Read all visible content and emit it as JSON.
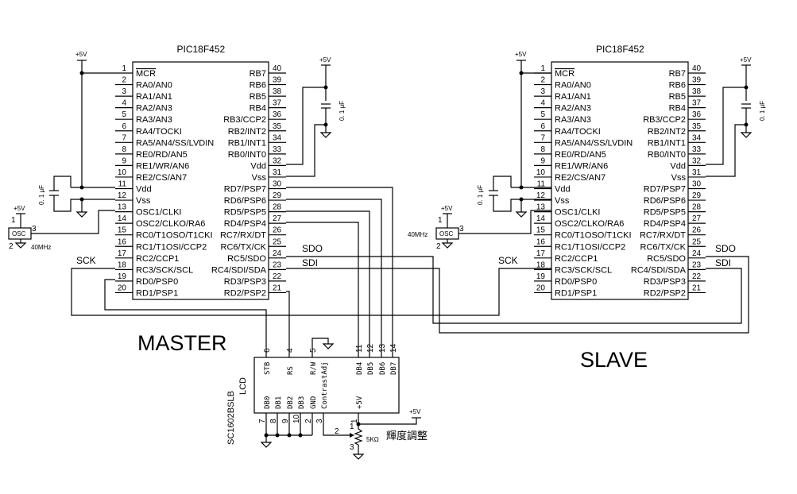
{
  "chips": [
    {
      "id": "master",
      "part": "PIC18F452",
      "role_label": "MASTER",
      "left_pins": [
        {
          "num": "1",
          "name": "MCR",
          "overline": true
        },
        {
          "num": "2",
          "name": "RA0/AN0"
        },
        {
          "num": "3",
          "name": "RA1/AN1"
        },
        {
          "num": "4",
          "name": "RA2/AN3"
        },
        {
          "num": "5",
          "name": "RA3/AN3"
        },
        {
          "num": "6",
          "name": "RA4/TOCKI"
        },
        {
          "num": "7",
          "name": "RA5/AN4/SS/LVDIN"
        },
        {
          "num": "8",
          "name": "RE0/RD/AN5"
        },
        {
          "num": "9",
          "name": "RE1/WR/AN6"
        },
        {
          "num": "10",
          "name": "RE2/CS/AN7"
        },
        {
          "num": "11",
          "name": "Vdd"
        },
        {
          "num": "12",
          "name": "Vss"
        },
        {
          "num": "13",
          "name": "OSC1/CLKI"
        },
        {
          "num": "14",
          "name": "OSC2/CLKO/RA6"
        },
        {
          "num": "15",
          "name": "RC0/T1OSO/T1CKI"
        },
        {
          "num": "16",
          "name": "RC1/T1OSI/CCP2"
        },
        {
          "num": "17",
          "name": "RC2/CCP1"
        },
        {
          "num": "18",
          "name": "RC3/SCK/SCL"
        },
        {
          "num": "19",
          "name": "RD0/PSP0"
        },
        {
          "num": "20",
          "name": "RD1/PSP1"
        }
      ],
      "right_pins": [
        {
          "num": "40",
          "name": "RB7"
        },
        {
          "num": "39",
          "name": "RB6"
        },
        {
          "num": "38",
          "name": "RB5"
        },
        {
          "num": "37",
          "name": "RB4"
        },
        {
          "num": "36",
          "name": "RB3/CCP2"
        },
        {
          "num": "35",
          "name": "RB2/INT2"
        },
        {
          "num": "34",
          "name": "RB1/INT1"
        },
        {
          "num": "33",
          "name": "RB0/INT0"
        },
        {
          "num": "32",
          "name": "Vdd"
        },
        {
          "num": "31",
          "name": "Vss"
        },
        {
          "num": "30",
          "name": "RD7/PSP7"
        },
        {
          "num": "29",
          "name": "RD6/PSP6"
        },
        {
          "num": "28",
          "name": "RD5/PSP5"
        },
        {
          "num": "27",
          "name": "RD4/PSP4"
        },
        {
          "num": "26",
          "name": "RC7/RX/DT"
        },
        {
          "num": "25",
          "name": "RC6/TX/CK"
        },
        {
          "num": "24",
          "name": "RC5/SDO"
        },
        {
          "num": "23",
          "name": "RC4/SDI/SDA"
        },
        {
          "num": "22",
          "name": "RD3/PSP3"
        },
        {
          "num": "21",
          "name": "RD2/PSP2"
        }
      ]
    },
    {
      "id": "slave",
      "part": "PIC18F452",
      "role_label": "SLAVE"
    }
  ],
  "power": {
    "vcc_label": "+5V"
  },
  "capacitor": {
    "value": "0. 1 μF"
  },
  "oscillator": {
    "label": "OSC",
    "freq": "40MHz",
    "pin1": "1",
    "pin2": "2",
    "pin3": "3"
  },
  "nets": {
    "sck": "SCK",
    "sdo": "SDO",
    "sdi": "SDI"
  },
  "lcd": {
    "model": "SC1602BSLB",
    "type": "LCD",
    "top_pins": [
      {
        "num": "6",
        "name": "STB"
      },
      {
        "num": "4",
        "name": "RS"
      },
      {
        "num": "5",
        "name": "R/W"
      },
      {
        "num": "11",
        "name": "DB4"
      },
      {
        "num": "12",
        "name": "DB5"
      },
      {
        "num": "13",
        "name": "DB6"
      },
      {
        "num": "14",
        "name": "DB7"
      }
    ],
    "bottom_pins": [
      {
        "num": "7",
        "name": "DB0"
      },
      {
        "num": "8",
        "name": "DB1"
      },
      {
        "num": "9",
        "name": "DB2"
      },
      {
        "num": "10",
        "name": "DB3"
      },
      {
        "num": "2",
        "name": "GND"
      },
      {
        "num": "3",
        "name": "ContrastAdj"
      },
      {
        "num": "1",
        "name": "+5V"
      }
    ]
  },
  "potentiometer": {
    "value": "5KΩ",
    "label": "輝度調整",
    "pin1": "1",
    "pin2": "2",
    "pin3": "3"
  }
}
